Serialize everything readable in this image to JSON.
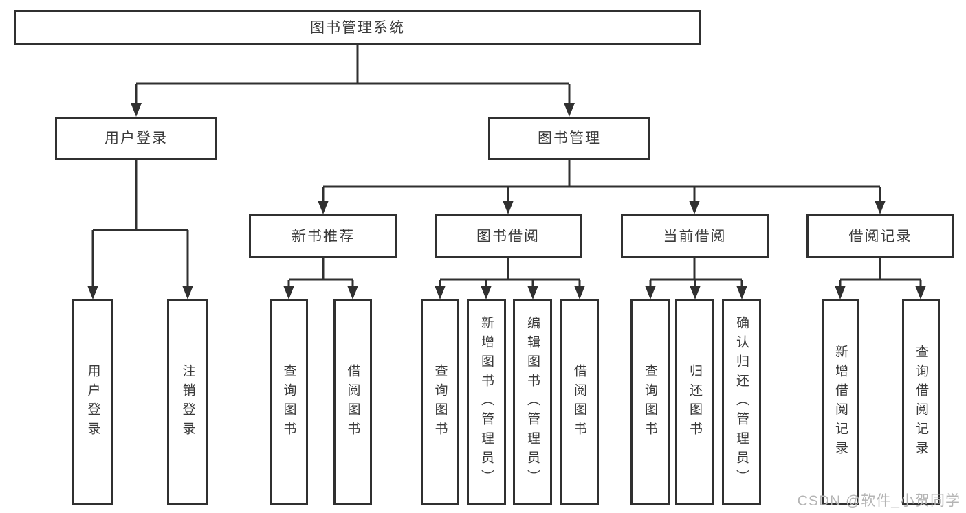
{
  "diagram": {
    "title": "图书管理系统",
    "branches": [
      {
        "label": "用户登录",
        "children": [
          "用户登录",
          "注销登录"
        ]
      },
      {
        "label": "图书管理",
        "children": [
          {
            "label": "新书推荐",
            "children": [
              "查询图书",
              "借阅图书"
            ]
          },
          {
            "label": "图书借阅",
            "children": [
              "查询图书",
              "新增图书（管理员）",
              "编辑图书（管理员）",
              "借阅图书"
            ]
          },
          {
            "label": "当前借阅",
            "children": [
              "查询图书",
              "归还图书",
              "确认归还（管理员）"
            ]
          },
          {
            "label": "借阅记录",
            "children": [
              "新增借阅记录",
              "查询借阅记录"
            ]
          }
        ]
      }
    ]
  },
  "watermark": {
    "text": "CSDN @软件_小贺同学"
  },
  "colors": {
    "line": "#303030",
    "box_border": "#303030",
    "text": "#3a3a3a",
    "watermark": "#b4b4b4",
    "background": "#ffffff"
  }
}
